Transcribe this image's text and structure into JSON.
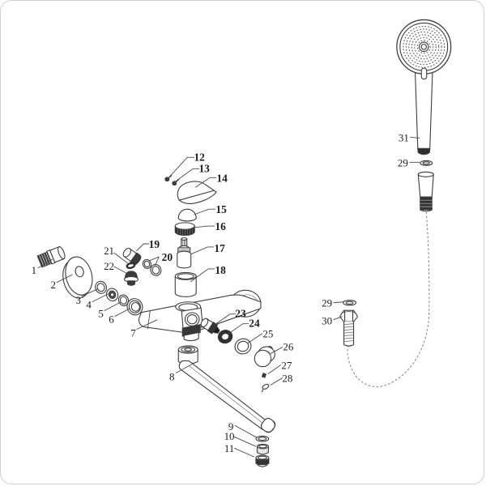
{
  "diagram": {
    "kind": "exploded-parts-diagram",
    "labels": {
      "1": "1",
      "2": "2",
      "3": "3",
      "4": "4",
      "5": "5",
      "6": "6",
      "7": "7",
      "8": "8",
      "9": "9",
      "10": "10",
      "11": "11",
      "12": "12",
      "13": "13",
      "14": "14",
      "15": "15",
      "16": "16",
      "17": "17",
      "18": "18",
      "19": "19",
      "20": "20",
      "21": "21",
      "22": "22",
      "23": "23",
      "24": "24",
      "25": "25",
      "26": "26",
      "27": "27",
      "28": "28",
      "29a": "29",
      "29b": "29",
      "30": "30",
      "31": "31"
    },
    "colors": {
      "background": "#ffffff",
      "line": "#3c3c3c",
      "dark_fill": "#2f2f2f",
      "label_text": "#1d1d1d",
      "frame_border": "#cfcfcf"
    }
  }
}
